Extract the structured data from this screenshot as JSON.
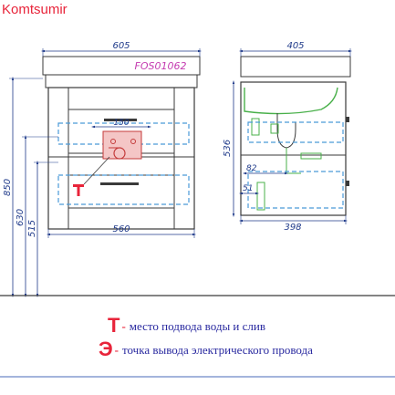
{
  "brand": "Komtsumir",
  "model": "FOS01062",
  "front_dims": {
    "top_width": "605",
    "bottom_width": "560",
    "inner_width": "150",
    "h_total": "850",
    "h_630": "630",
    "h_515": "515"
  },
  "side_dims": {
    "depth_top": "405",
    "depth_bottom": "398",
    "height": "536",
    "d82": "82",
    "d51": "51"
  },
  "legend": [
    {
      "symbol": "Т",
      "text": "место подвода воды и слив"
    },
    {
      "symbol": "Э",
      "text": "точка вывода электрического провода"
    }
  ],
  "colors": {
    "line": "#3a3a3a",
    "dim": "#1f3a8a",
    "dashed": "#4a9ad8",
    "accent": "#e8243a",
    "pink_label": "#c43bb0",
    "green": "#49b04a",
    "legend_text": "#2a2aa0",
    "box_fill": "#f4c6c6"
  }
}
